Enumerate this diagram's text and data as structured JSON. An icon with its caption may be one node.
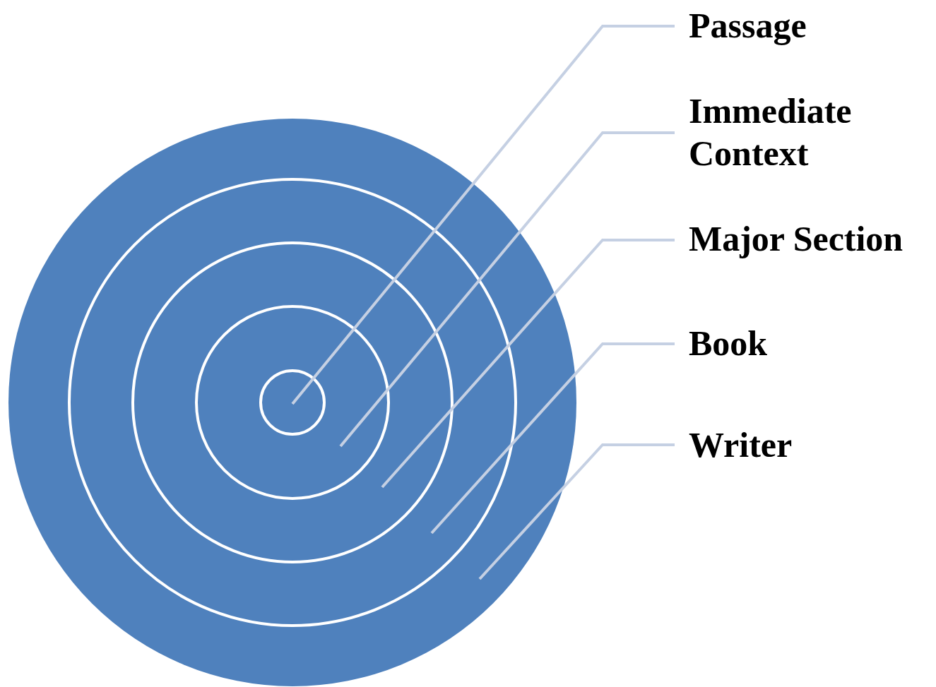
{
  "diagram": {
    "nodes": [
      {
        "text": [
          "Passage"
        ]
      },
      {
        "text": [
          "Immediate Context"
        ]
      },
      {
        "text": [
          "Major Section"
        ]
      },
      {
        "text": [
          "Book"
        ]
      },
      {
        "text": [
          "Writer"
        ]
      },
      {
        "text": [],
        "shape": "circle"
      },
      {
        "text": [],
        "shape": "circle",
        "in": 5
      },
      {
        "text": [],
        "shape": "circle",
        "in": 6
      },
      {
        "text": [],
        "shape": "circle",
        "in": 7
      },
      {
        "text": [],
        "shape": "circle",
        "in": 8
      }
    ],
    "edges": [
      {
        "from": 0,
        "to": 9,
        "arrow": "none"
      },
      {
        "from": 1,
        "to": 8,
        "arrow": "none"
      },
      {
        "from": 2,
        "to": 7,
        "arrow": "none"
      },
      {
        "from": 3,
        "to": 6,
        "arrow": "none"
      },
      {
        "from": 4,
        "to": 5,
        "arrow": "none"
      }
    ]
  }
}
